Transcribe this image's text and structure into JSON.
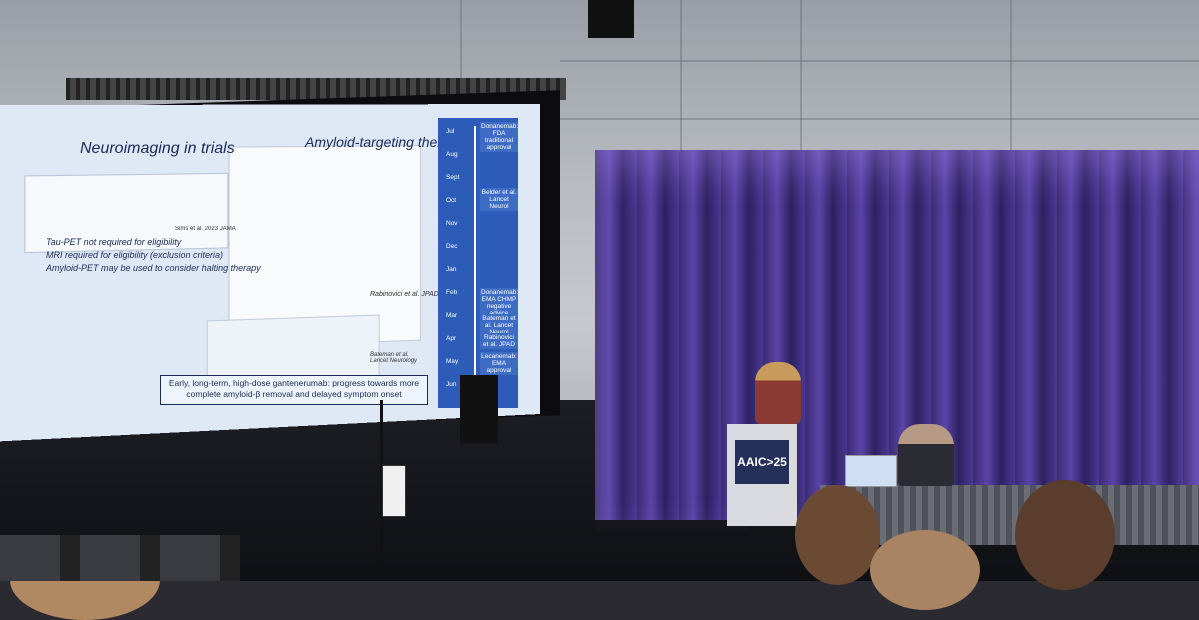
{
  "slide": {
    "title": "Neuroimaging in trials",
    "subtitle": "Amyloid-targeting therapies",
    "bullets": [
      "Tau-PET not required for eligibility",
      "MRI required for eligibility (exclusion criteria)",
      "Amyloid-PET may be used to consider halting therapy"
    ],
    "citation_1": "Sims et al. 2023 JAMA",
    "citation_2": "Rabinovici et al. JPAD",
    "citation_3": "Bateman et al. Lancet Neurology",
    "summary_line_1": "Early, long-term, high-dose gantenerumab: progress towards more",
    "summary_line_2": "complete amyloid-β removal and delayed symptom onset"
  },
  "timeline": {
    "months": [
      "Jul",
      "Aug",
      "Sept",
      "Oct",
      "Nov",
      "Dec",
      "Jan",
      "Feb",
      "Mar",
      "Apr",
      "May",
      "Jun"
    ],
    "notes": [
      "Donanemab: FDA traditional approval",
      "Belder et al. Lancet Neurol",
      "Donanemab: EMA CHMP negative advice",
      "Bateman et al. Lancet Neurol",
      "Rabinovici et al. JPAD",
      "Lecanemab: EMA approval"
    ]
  },
  "event_sign": "AAIC>25"
}
